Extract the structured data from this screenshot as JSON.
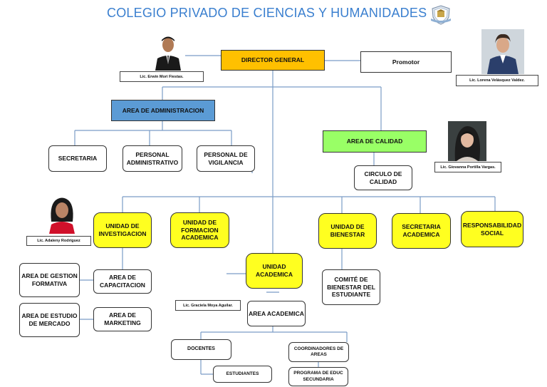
{
  "title": "COLEGIO PRIVADO DE CIENCIAS Y HUMANIDADES",
  "logo_icon": "school-crest-icon",
  "colors": {
    "title": "#3a7fcf",
    "director": "#ffc000",
    "administracion": "#5b9bd5",
    "calidad": "#99ff66",
    "unidad": "#ffff20",
    "lines": "#7a9cc6"
  },
  "boxes": {
    "director": "DIRECTOR GENERAL",
    "promotor": "Promotor",
    "administracion": "AREA DE ADMINISTRACION",
    "secretaria": "SECRETARIA",
    "personal_admin": "PERSONAL ADMINISTRATIVO",
    "personal_vigilancia": "PERSONAL DE VIGILANCIA",
    "calidad": "AREA DE CALIDAD",
    "circulo": "CIRCULO DE CALIDAD",
    "investigacion": "UNIDAD DE INVESTIGACION",
    "formacion": "UNIDAD DE FORMACION ACADEMICA",
    "academica": "UNIDAD ACADEMICA",
    "bienestar": "UNIDAD DE BIENESTAR",
    "secretaria_academica": "SECRETARIA ACADEMICA",
    "responsabilidad": "RESPONSABILIDAD SOCIAL",
    "gestion": "AREA DE GESTION FORMATIVA",
    "capacitacion": "AREA DE CAPACITACION",
    "estudio": "AREA DE ESTUDIO DE MERCADO",
    "marketing": "AREA DE MARKETING",
    "comite": "COMITÉ DE BIENESTAR DEL ESTUDIANTE",
    "area_academica": "AREA ACADEMICA",
    "docentes": "DOCENTES",
    "coordinadores": "COORDINADORES DE AREAS",
    "estudiantes": "ESTUDIANTES",
    "programa": "PROGRAMA DE EDUC SECUNDARIA"
  },
  "people": {
    "director": "Lic. Erwin Mori Fiestas.",
    "promotor": "Lic. Lorena Velásquez Valdez.",
    "calidad": "Lic. Giovanna Portilla Vargas.",
    "investigacion": "Lic. Adaleny Rodríguez",
    "academica": "Lic. Graciela Moya Aguilar."
  }
}
